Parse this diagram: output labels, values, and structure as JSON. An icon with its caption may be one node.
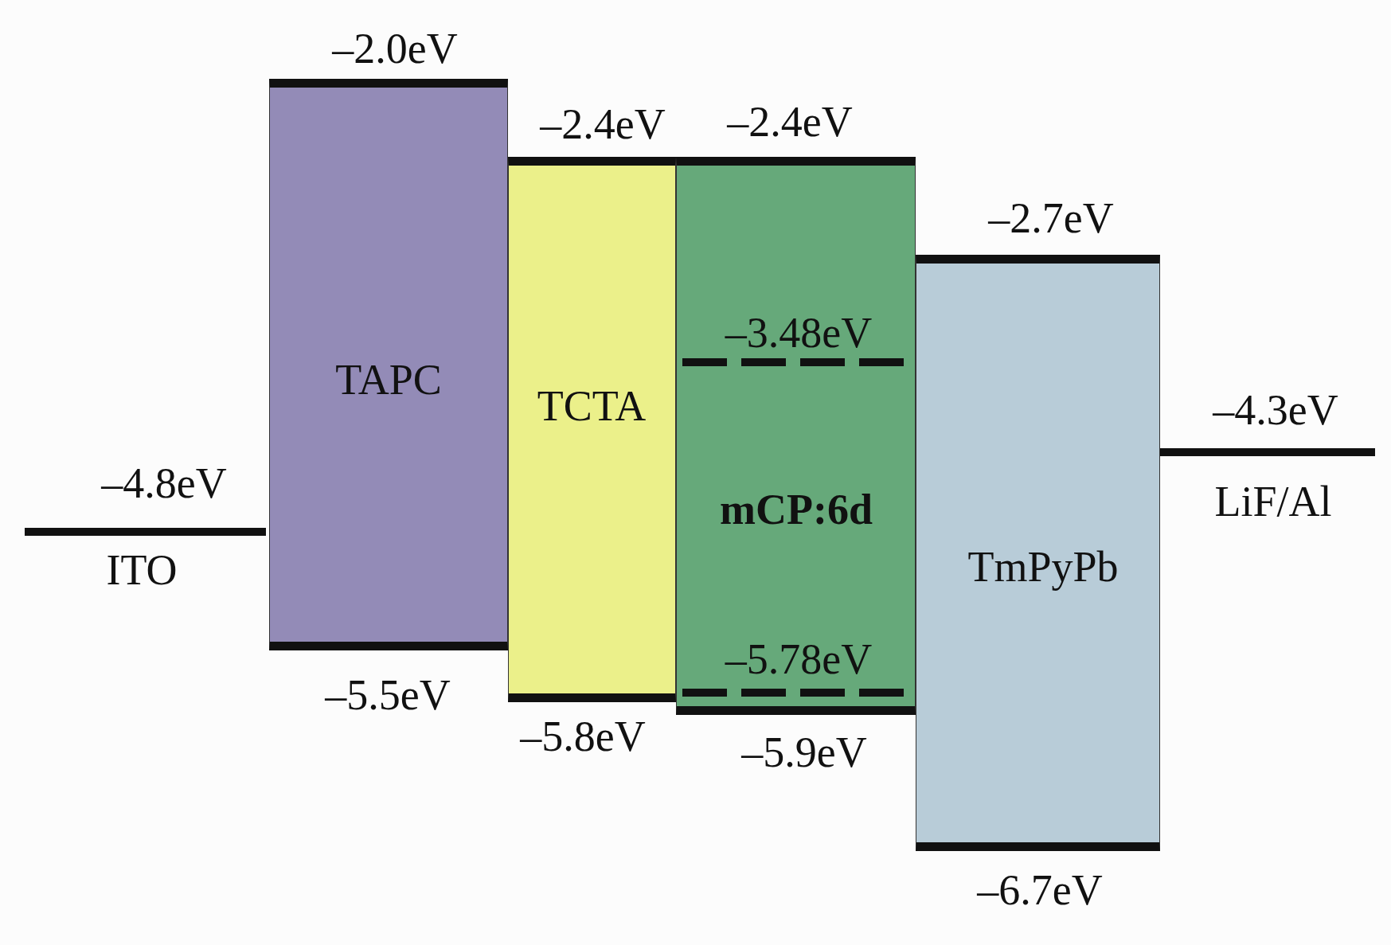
{
  "diagram": {
    "nodes": [
      {
        "text": [
          "ITO"
        ],
        "beside": [
          "–4.8eV"
        ]
      },
      {
        "text": [
          "TAPC"
        ],
        "beside": [
          "–2.0eV",
          "–5.5eV"
        ]
      },
      {
        "text": [
          "TCTA"
        ],
        "beside": [
          "–2.4eV",
          "–5.8eV"
        ]
      },
      {
        "text": [
          "–3.48eV",
          "mCP:6d",
          "–5.78eV"
        ],
        "beside": [
          "–2.4eV",
          "–5.9eV"
        ]
      },
      {
        "text": [
          "TmPyPb"
        ],
        "beside": [
          "–2.7eV",
          "–6.7eV"
        ]
      },
      {
        "text": [
          "LiF/Al"
        ],
        "beside": [
          "–4.3eV"
        ]
      }
    ]
  }
}
